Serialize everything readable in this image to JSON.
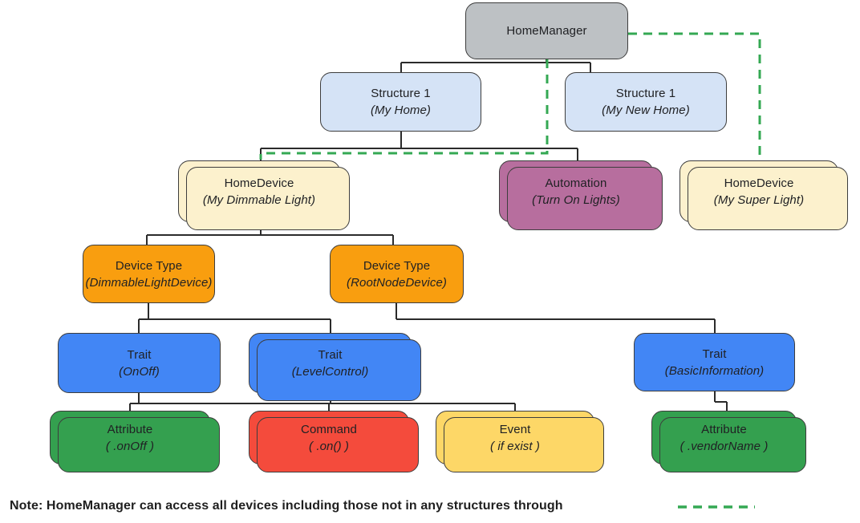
{
  "diagram": {
    "title": "HomeManager hierarchy diagram",
    "colors": {
      "gray": "#bdc1c4",
      "light_blue": "#d5e3f6",
      "cream": "#fcf1cd",
      "mauve": "#b76e9e",
      "orange": "#f99e0f",
      "blue": "#4286f5",
      "green": "#34a04f",
      "red": "#f44b3c",
      "yellow": "#fdd767",
      "connector": "#2b2b2b",
      "dashed_link": "#34a853",
      "text": "#202124"
    },
    "nodes": {
      "homemanager": {
        "label": "HomeManager"
      },
      "structure1": {
        "label": "Structure 1",
        "sublabel": "(My Home)"
      },
      "structure2": {
        "label": "Structure 1",
        "sublabel": "(My New Home)"
      },
      "homedevice1": {
        "label": "HomeDevice",
        "sublabel": "(My Dimmable Light)"
      },
      "automation": {
        "label": "Automation",
        "sublabel": "(Turn On Lights)"
      },
      "homedevice2": {
        "label": "HomeDevice",
        "sublabel": "(My Super Light)"
      },
      "devicetype1": {
        "label": "Device Type",
        "sublabel": "(DimmableLightDevice)"
      },
      "devicetype2": {
        "label": "Device Type",
        "sublabel": "(RootNodeDevice)"
      },
      "trait_onoff": {
        "label": "Trait",
        "sublabel": "(OnOff)"
      },
      "trait_levelctl": {
        "label": "Trait",
        "sublabel": "(LevelControl)"
      },
      "trait_basicinfo": {
        "label": "Trait",
        "sublabel": "(BasicInformation)"
      },
      "attr_onoff": {
        "label": "Attribute",
        "sublabel": "( .onOff )"
      },
      "command_on": {
        "label": "Command",
        "sublabel": "( .on() )"
      },
      "event_ifexist": {
        "label": "Event",
        "sublabel": "( if exist )"
      },
      "attr_vendorname": {
        "label": "Attribute",
        "sublabel": "( .vendorName )"
      }
    },
    "note": {
      "text": "Note: HomeManager can access all devices including those not in any structures through"
    }
  }
}
